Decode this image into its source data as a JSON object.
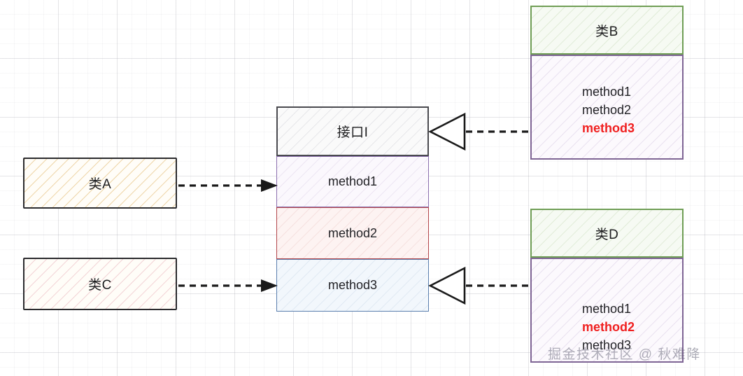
{
  "diagram": {
    "kind": "uml-class-diagram",
    "watermark": "掘金技术社区 @ 秋难降"
  },
  "interface": {
    "name": "接口I",
    "sections": [
      {
        "name": "method1",
        "accent": "#8b6fae"
      },
      {
        "name": "method2",
        "accent": "#b3454a"
      },
      {
        "name": "method3",
        "accent": "#5b7fae"
      }
    ]
  },
  "left_classes": [
    {
      "name": "类A",
      "accent": "#d9a441",
      "target": "method1"
    },
    {
      "name": "类C",
      "accent": "#d07a86",
      "target": "method3"
    }
  ],
  "right_classes": [
    {
      "name": "类B",
      "header_color": "#6f9e55",
      "body_color": "#7e6494",
      "methods": [
        {
          "name": "method1",
          "highlight": false
        },
        {
          "name": "method2",
          "highlight": false
        },
        {
          "name": "method3",
          "highlight": true
        }
      ]
    },
    {
      "name": "类D",
      "header_color": "#6f9e55",
      "body_color": "#7e6494",
      "methods": [
        {
          "name": "method1",
          "highlight": false
        },
        {
          "name": "method2",
          "highlight": true
        },
        {
          "name": "method3",
          "highlight": false
        }
      ]
    }
  ],
  "colors": {
    "highlight": "#f02020",
    "text": "#222226",
    "grid": "#a0a0aa"
  }
}
